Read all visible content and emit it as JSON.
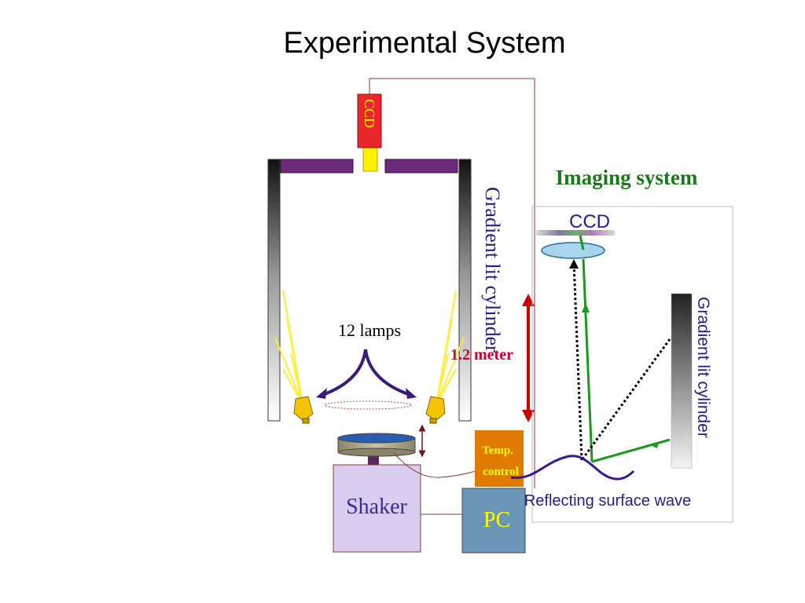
{
  "title": "Experimental System",
  "ccd_camera_label": "CCD",
  "gradient_cylinder_label": "Gradient lit cylinder",
  "lamps_label": "12 lamps",
  "distance_label": "1.2 meter",
  "temp_control_label_line1": "Temp.",
  "temp_control_label_line2": "control",
  "shaker_label": "Shaker",
  "pc_label": "PC",
  "inset": {
    "heading": "Imaging system",
    "ccd_label": "CCD",
    "gradient_label": "Gradient lit cylinder",
    "wave_label": "Reflecting surface wave"
  },
  "colors": {
    "ccd_body": "#e8262b",
    "ccd_lens": "#fff200",
    "ccd_text": "#fff200",
    "lamp_panel": "#6b2a7a",
    "cylinder_text": "#2b1a8c",
    "distance_arrow": "#cc0000",
    "distance_text": "#cc0033",
    "temp_box": "#e07b00",
    "temp_text": "#ffff00",
    "shaker_box": "#d8cdee",
    "shaker_text": "#3a2a9a",
    "pc_box": "#6a97b8",
    "pc_text": "#ffff00",
    "heading_green": "#1a7a1a",
    "ray_green": "#1a9a1a",
    "wave_purple": "#3a1a8c",
    "lamp_arrow": "#3a1a7a",
    "lamp_bulb": "#f5c400",
    "lamp_rays": "#ffee33",
    "wire": "#8b3a3a",
    "platform_top": "#2a5db0"
  }
}
